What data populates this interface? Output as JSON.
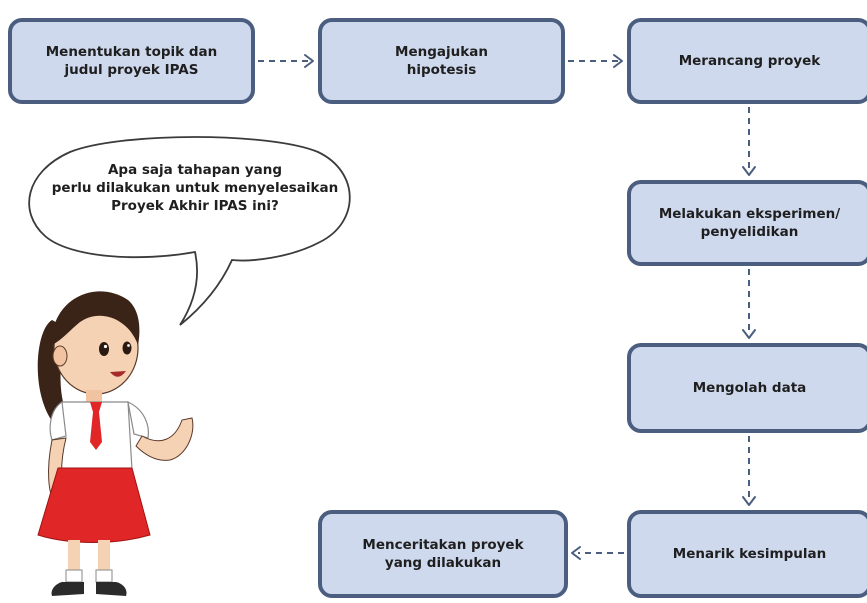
{
  "steps": {
    "s1": "Menentukan topik dan\njudul proyek IPAS",
    "s2": "Mengajukan\nhipotesis",
    "s3": "Merancang proyek",
    "s4": "Melakukan eksperimen/\npenyelidikan",
    "s5": "Mengolah data",
    "s6": "Menarik kesimpulan",
    "s7": "Menceritakan proyek\nyang dilakukan"
  },
  "speech_bubble": "Apa saja tahapan yang\nperlu dilakukan untuk menyelesaikan\nProyek Akhir IPAS ini?",
  "illustration": "girl-student-in-red-white-uniform",
  "colors": {
    "box_fill": "#cfd9ee",
    "box_border": "#4b5e7f",
    "arrow": "#4b5e7f",
    "skirt": "#e02626",
    "tie": "#e02626",
    "hair": "#3a2418"
  }
}
